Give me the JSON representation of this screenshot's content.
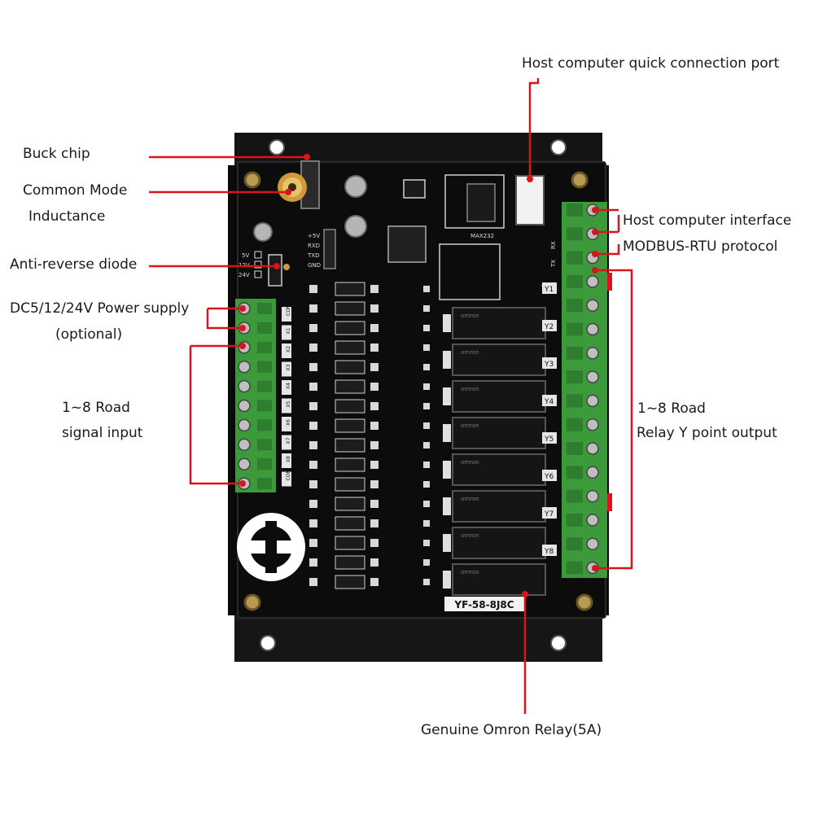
{
  "labels": {
    "host_port": "Host computer quick connection port",
    "buck_chip": "Buck chip",
    "common_mode_1": "Common Mode",
    "common_mode_2": "Inductance",
    "host_interface": "Host computer interface",
    "modbus": "MODBUS-RTU protocol",
    "anti_reverse": "Anti-reverse diode",
    "power_supply_1": "DC5/12/24V Power supply",
    "power_supply_2": "(optional)",
    "input_1": "1~8 Road",
    "input_2": "signal input",
    "output_1": "1~8 Road",
    "output_2": "Relay Y point output",
    "omron": "Genuine Omron Relay(5A)"
  },
  "board": {
    "model": "YF-58-8J8C",
    "chip_label": "MAX232",
    "voltage_options": [
      "5V",
      "12V",
      "24V"
    ],
    "serial_pins": [
      "+5V",
      "RXD",
      "TXD",
      "GND"
    ],
    "input_labels": [
      "COM",
      "X1",
      "X2",
      "X3",
      "X4",
      "X5",
      "X6",
      "X7",
      "X8",
      "COM"
    ],
    "output_labels": [
      "Y1",
      "Y2",
      "Y3",
      "Y4",
      "Y5",
      "Y6",
      "Y7",
      "Y8"
    ],
    "port_labels": [
      "RX",
      "TX"
    ],
    "connector_label": "Y1",
    "relay_brand": "omron"
  },
  "colors": {
    "pcb": "#0c0c0c",
    "terminal": "#3c9a3a",
    "callout": "#d9141b",
    "relay": "#151515"
  }
}
